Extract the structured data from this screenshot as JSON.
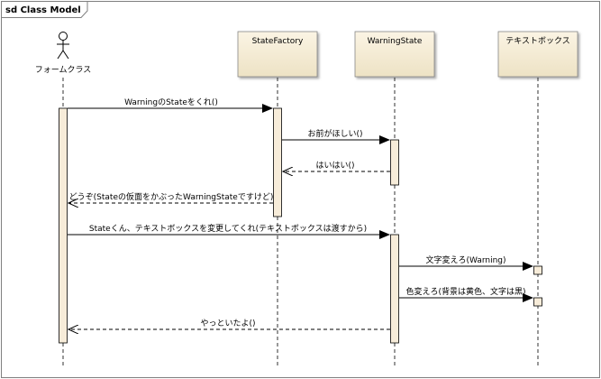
{
  "frame": {
    "title": "sd Class Model"
  },
  "actor": {
    "name": "フォームクラス"
  },
  "lifelines": [
    {
      "id": "factory",
      "name": "StateFactory"
    },
    {
      "id": "warning",
      "name": "WarningState"
    },
    {
      "id": "textbox",
      "name": "テキストボックス"
    }
  ],
  "messages": [
    {
      "label": "WarningのStateをくれ()",
      "kind": "call"
    },
    {
      "label": "お前がほしい()",
      "kind": "call"
    },
    {
      "label": "はいはい()",
      "kind": "return"
    },
    {
      "label": "どうぞ(Stateの仮面をかぶったWarningStateですけど)",
      "kind": "return"
    },
    {
      "label": "Stateくん、テキストボックスを変更してくれ(テキストボックスは渡すから)",
      "kind": "call"
    },
    {
      "label": "文字変えろ(Warning)",
      "kind": "call"
    },
    {
      "label": "色変えろ(背景は黄色、文字は黒)",
      "kind": "call"
    },
    {
      "label": "やっといたよ()",
      "kind": "return"
    }
  ],
  "colors": {
    "frame_border": "#7f7f7f",
    "box_fill_top": "#fbf4e4",
    "box_fill_bottom": "#ede2c4",
    "activation_fill": "#f7ecd9",
    "line": "#000000"
  }
}
